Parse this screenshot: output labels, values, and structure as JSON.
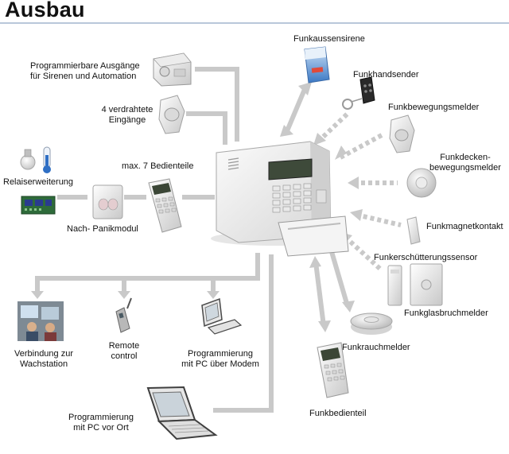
{
  "title": "Ausbau",
  "colors": {
    "connector": "#c9c9c9",
    "rule": "#b9c7da",
    "text": "#111111"
  },
  "central_unit": {
    "icon": "alarm-control-panel-icon"
  },
  "devices": {
    "funkaussensirene": {
      "label": "Funkaussensirene",
      "icon": "outdoor-siren-icon",
      "link": "bidirectional-wireless"
    },
    "funkhandsender": {
      "label": "Funkhandsender",
      "icon": "key-fob-icon",
      "link": "wireless"
    },
    "funkbewegungsmelder": {
      "label": "Funkbewegungsmelder",
      "icon": "pir-motion-sensor-icon",
      "link": "wireless"
    },
    "funkdeckenbewegungsmelder": {
      "label": "Funkdecken-\nbewegungsmelder",
      "icon": "ceiling-motion-sensor-icon",
      "link": "wireless"
    },
    "funkmagnetkontakt": {
      "label": "Funkmagnetkontakt",
      "icon": "magnetic-contact-icon",
      "link": "wireless"
    },
    "funkerschuetterungssensor": {
      "label": "Funkerschütterungssensor",
      "icon": "vibration-sensor-icon",
      "link": "wireless"
    },
    "funkglasbruchmelder": {
      "label": "Funkglasbruchmelder",
      "icon": "glass-break-detector-icon",
      "link": "wireless"
    },
    "funkrauchmelder": {
      "label": "Funkrauchmelder",
      "icon": "smoke-detector-icon",
      "link": "bidirectional-wireless"
    },
    "funkbedienteil": {
      "label": "Funkbedienteil",
      "icon": "wireless-keypad-icon",
      "link": "bidirectional-wireless"
    },
    "programmierbare_ausgaenge": {
      "label": "Programmierbare Ausgänge\nfür Sirenen und Automation",
      "icon": "output-module-icon",
      "link": "wired"
    },
    "verdrahtete_eingaenge": {
      "label": "4 verdrahtete\nEingänge",
      "icon": "wired-motion-sensor-icon",
      "link": "wired"
    },
    "bedienteile": {
      "label": "max. 7 Bedienteile",
      "icon": "keypad-icon",
      "link": "wired"
    },
    "relaiserweiterung": {
      "label": "Relaiserweiterung",
      "icon": "relay-board-icon",
      "link": "wired"
    },
    "panikmodul": {
      "label": "Nach- Panikmodul",
      "icon": "panic-module-icon",
      "link": "wired"
    },
    "wachstation": {
      "label": "Verbindung zur\nWachstation",
      "icon": "monitoring-station-icon",
      "link": "wired"
    },
    "remote_control": {
      "label": "Remote\ncontrol",
      "icon": "mobile-phone-icon",
      "link": "wired"
    },
    "pc_modem": {
      "label": "Programmierung\nmit PC über Modem",
      "icon": "desktop-pc-icon",
      "link": "wired"
    },
    "pc_vor_ort": {
      "label": "Programmierung\nmit PC vor Ort",
      "icon": "laptop-icon",
      "link": "wired"
    }
  }
}
